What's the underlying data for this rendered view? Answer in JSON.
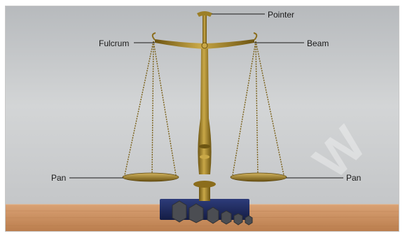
{
  "labels": {
    "pointer": "Pointer",
    "fulcrum": "Fulcrum",
    "beam": "Beam",
    "pan_left": "Pan",
    "pan_right": "Pan"
  },
  "colors": {
    "wall": "#c9cbcd",
    "table": "#c98e5e",
    "brass": "#a88a2a",
    "base": "#223066",
    "weights": "#4a4c50"
  }
}
